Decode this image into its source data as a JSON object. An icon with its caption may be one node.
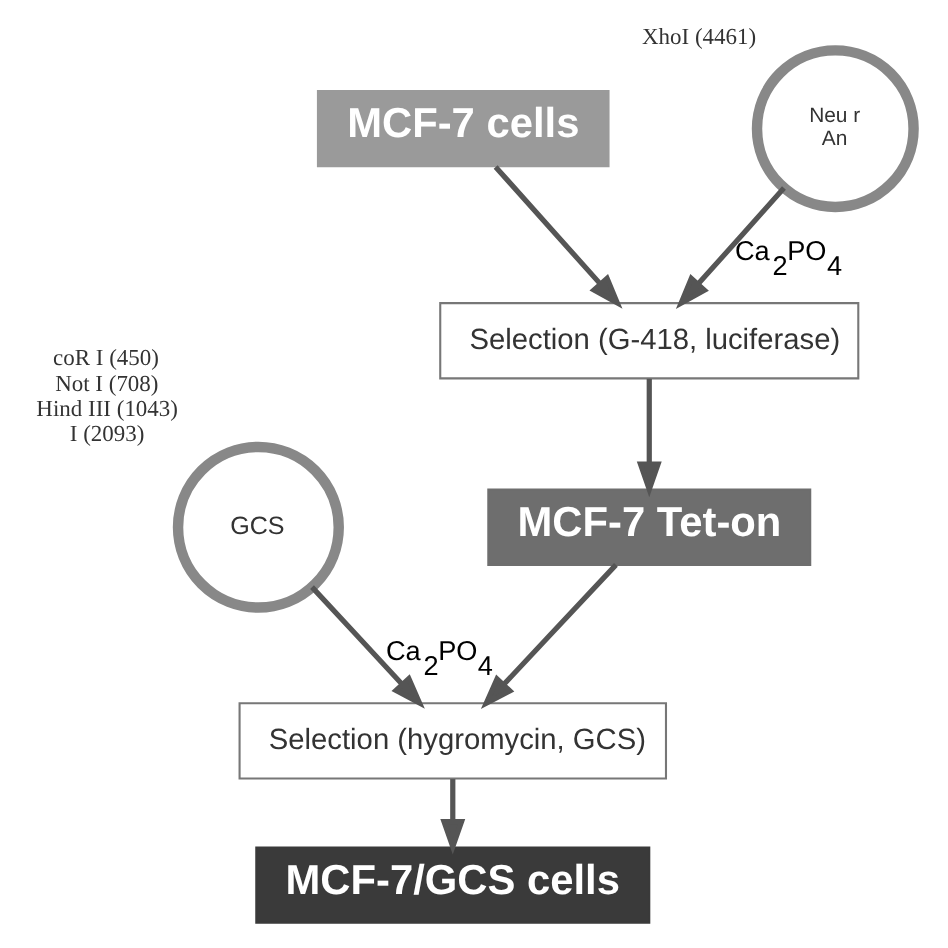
{
  "diagram": {
    "nodes": [
      {
        "text": [
          "MCF-7 cells"
        ]
      },
      {
        "text": [
          "Neu r",
          "An"
        ],
        "beside": [
          "XhoI (4461)"
        ]
      },
      {
        "text": [
          "Selection (G-418, luciferase)"
        ]
      },
      {
        "text": [
          "MCF-7 Tet-on"
        ]
      },
      {
        "text": [
          "GCS"
        ],
        "beside": [
          "coR I (450)",
          "Not I (708)",
          "Hind III (1043)",
          "I (2093)"
        ]
      },
      {
        "text": [
          "Selection (hygromycin, GCS)"
        ]
      },
      {
        "text": [
          "MCF-7/GCS cells"
        ]
      }
    ],
    "edges": [
      {
        "from": 0,
        "to": 2,
        "arrow": "to"
      },
      {
        "from": 1,
        "to": 2,
        "arrow": "to",
        "label": "Ca$_{2}$PO$_{4}$"
      },
      {
        "from": 2,
        "to": 3,
        "arrow": "to"
      },
      {
        "from": 3,
        "to": 5,
        "arrow": "to"
      },
      {
        "from": 4,
        "to": 5,
        "arrow": "to",
        "label": "Ca$_{2}$PO$_{4}$"
      },
      {
        "from": 5,
        "to": 6,
        "arrow": "to"
      }
    ]
  }
}
